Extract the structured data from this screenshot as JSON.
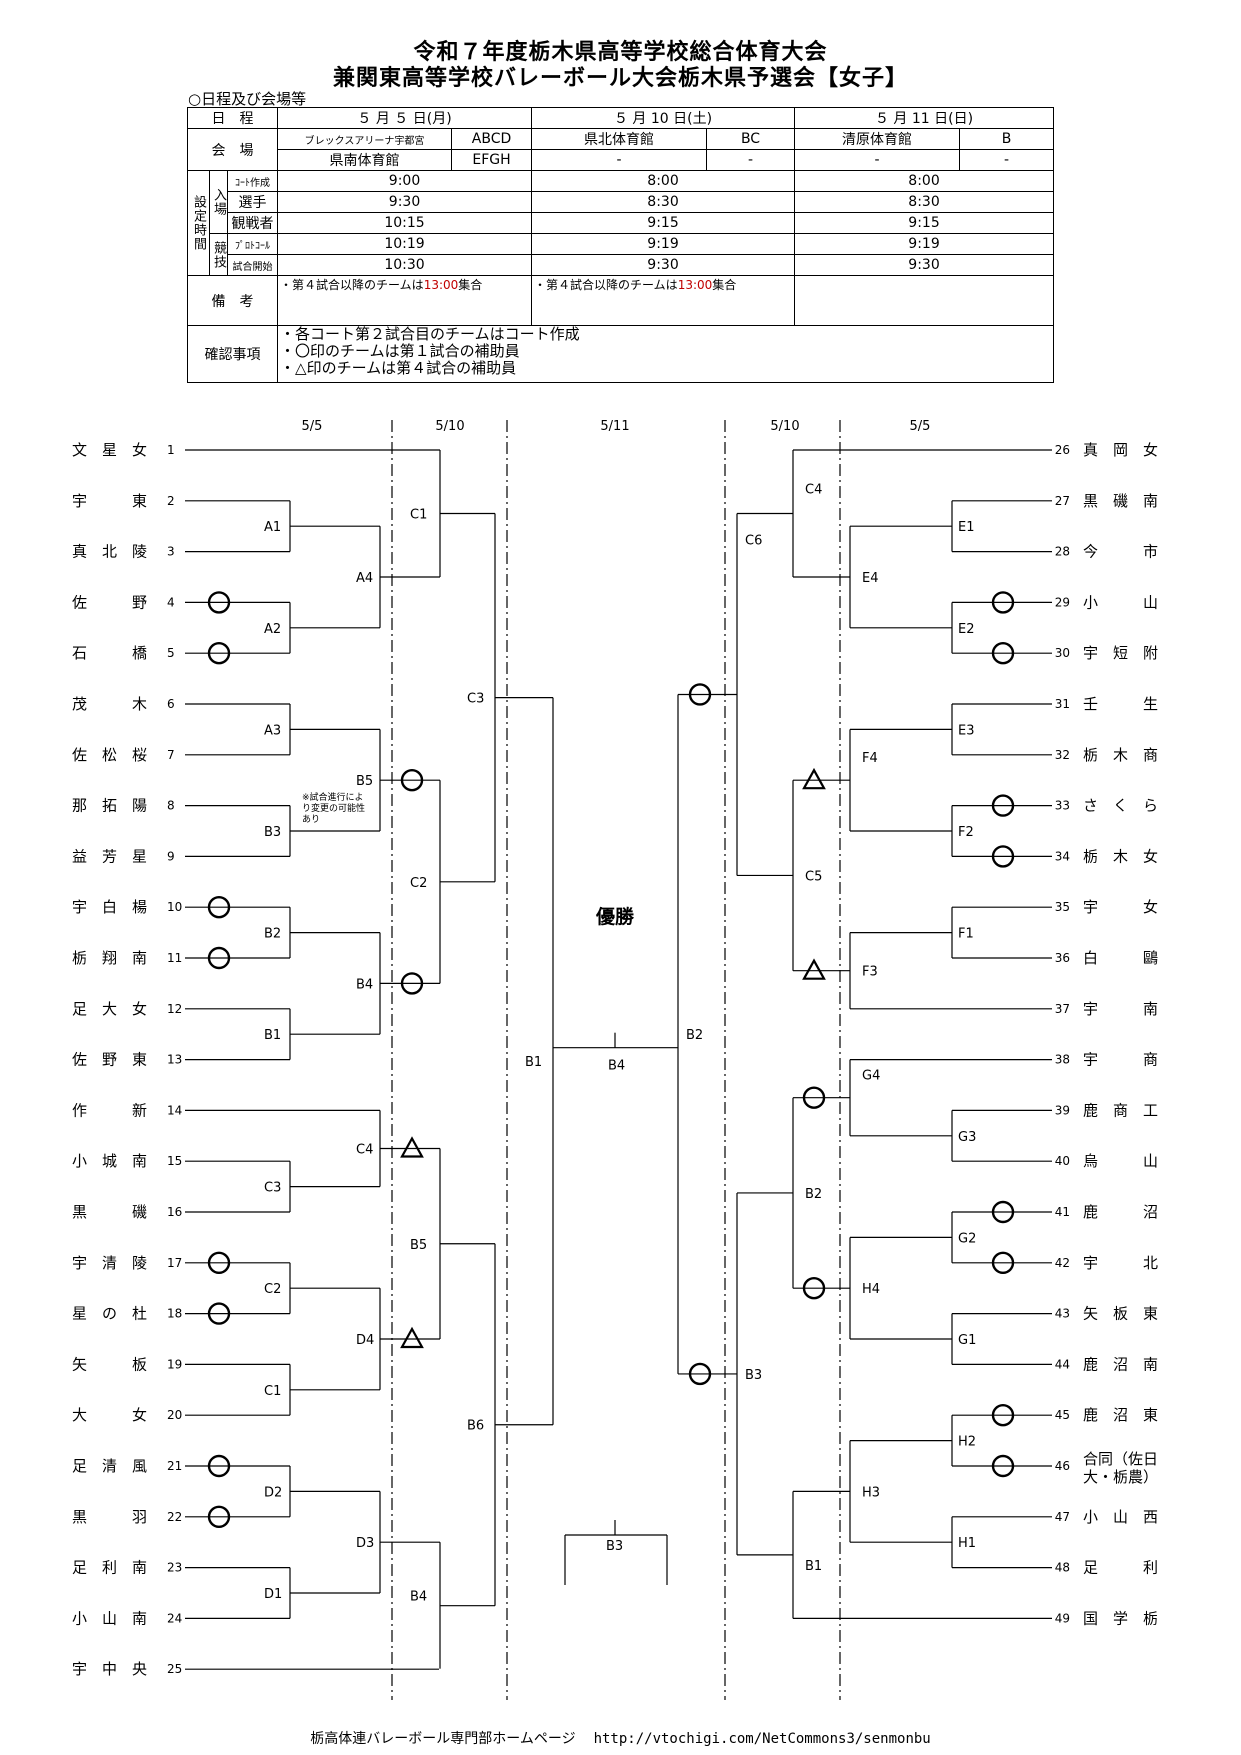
{
  "title_line1": "令和７年度栃木県高等学校総合体育大会",
  "title_line2": "兼関東高等学校バレーボール大会栃木県予選会【女子】",
  "schedule_heading": "○日程及び会場等",
  "schedule": {
    "nittei": "日　程",
    "day1": "５ 月 ５ 日(月)",
    "day2": "５ 月 10 日(土)",
    "day3": "５ 月 11 日(日)",
    "kaijo": "会　場",
    "v1a": "ブレックスアリーナ宇都宮",
    "v1a_c": "ABCD",
    "v1b": "県南体育館",
    "v1b_c": "EFGH",
    "v2a": "県北体育館",
    "v2a_c": "BC",
    "v2b": "-",
    "v2b_c": "-",
    "v3a": "清原体育館",
    "v3a_c": "B",
    "v3b": "-",
    "v3b_c": "-",
    "settei": "設定時間",
    "nyujo": "入場",
    "kyogi": "競技",
    "court": "ｺｰﾄ作成",
    "player": "選手",
    "viewer": "観戦者",
    "protocol": "ﾌﾟﾛﾄｺｰﾙ",
    "start": "試合開始",
    "times_d1": [
      "9:00",
      "9:30",
      "10:15",
      "10:19",
      "10:30"
    ],
    "times_d2": [
      "8:00",
      "8:30",
      "9:15",
      "9:19",
      "9:30"
    ],
    "times_d3": [
      "8:00",
      "8:30",
      "9:15",
      "9:19",
      "9:30"
    ],
    "biko": "備　考",
    "note_pre": "・第４試合以降のチームは",
    "note_time": "13:00",
    "note_post": "集合",
    "kakunin": "確認事項",
    "conf1": "・各コート第２試合目のチームはコート作成",
    "conf2": "・〇印のチームは第１試合の補助員",
    "conf3": "・△印のチームは第４試合の補助員"
  },
  "columns": [
    "5/5",
    "5/10",
    "5/11",
    "5/10",
    "5/5"
  ],
  "champion_label": "優勝",
  "b5_note": "※試合進行により変更の可能性あり",
  "left_teams": [
    "文　星　女",
    "宇　　　東",
    "真　北　陵",
    "佐　　　野",
    "石　　　橋",
    "茂　　　木",
    "佐　松　桜",
    "那　拓　陽",
    "益　芳　星",
    "宇　白　楊",
    "栃　翔　南",
    "足　大　女",
    "佐　野　東",
    "作　　　新",
    "小　城　南",
    "黒　　　磯",
    "宇　清　陵",
    "星　の　杜",
    "矢　　　板",
    "大　　　女",
    "足　清　風",
    "黒　　　羽",
    "足　利　南",
    "小　山　南",
    "宇　中　央"
  ],
  "right_teams": [
    "真　岡　女",
    "黒　磯　南",
    "今　　　市",
    "小　　　山",
    "宇　短　附",
    "壬　　　生",
    "栃　木　商",
    "さ　く　ら",
    "栃　木　女",
    "宇　　　女",
    "白　　　鷗",
    "宇　　　南",
    "宇　　　商",
    "鹿　商　工",
    "烏　　　山",
    "鹿　　　沼",
    "宇　　　北",
    "矢　板　東",
    "鹿　沼　南",
    "鹿　沼　東",
    "合同（佐日大・栃農）",
    "小　山　西",
    "足　　　利",
    "国　学　栃"
  ],
  "game_labels": {
    "A1": "A1",
    "A2": "A2",
    "A3": "A3",
    "A4": "A4",
    "B1": "B1",
    "B2": "B2",
    "B3": "B3",
    "B4": "B4",
    "B5": "B5",
    "B6": "B6",
    "C1": "C1",
    "C2": "C2",
    "C3": "C3",
    "C4": "C4",
    "C5": "C5",
    "C6": "C6",
    "D1": "D1",
    "D2": "D2",
    "D3": "D3",
    "D4": "D4",
    "E1": "E1",
    "E2": "E2",
    "E3": "E3",
    "E4": "E4",
    "F1": "F1",
    "F2": "F2",
    "F3": "F3",
    "F4": "F4",
    "G1": "G1",
    "G2": "G2",
    "G3": "G3",
    "G4": "G4",
    "H1": "H1",
    "H2": "H2",
    "H3": "H3",
    "H4": "H4"
  },
  "footer_text": "栃高体連バレーボール専門部ホームページ",
  "footer_url": "http://vtochigi.com/NetCommons3/senmonbu"
}
